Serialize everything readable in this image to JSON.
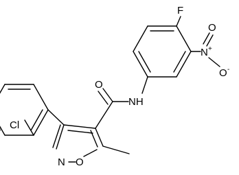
{
  "atoms": {
    "fluorine": "F",
    "nitro_n": "N",
    "nitro_n_charge": "+",
    "nitro_o_top": "O",
    "nitro_o_right": "O",
    "nitro_o_charge": "-",
    "amide_o": "O",
    "amide_nh": "NH",
    "chlorine": "Cl",
    "isoxazole_n": "N",
    "isoxazole_o": "O"
  }
}
